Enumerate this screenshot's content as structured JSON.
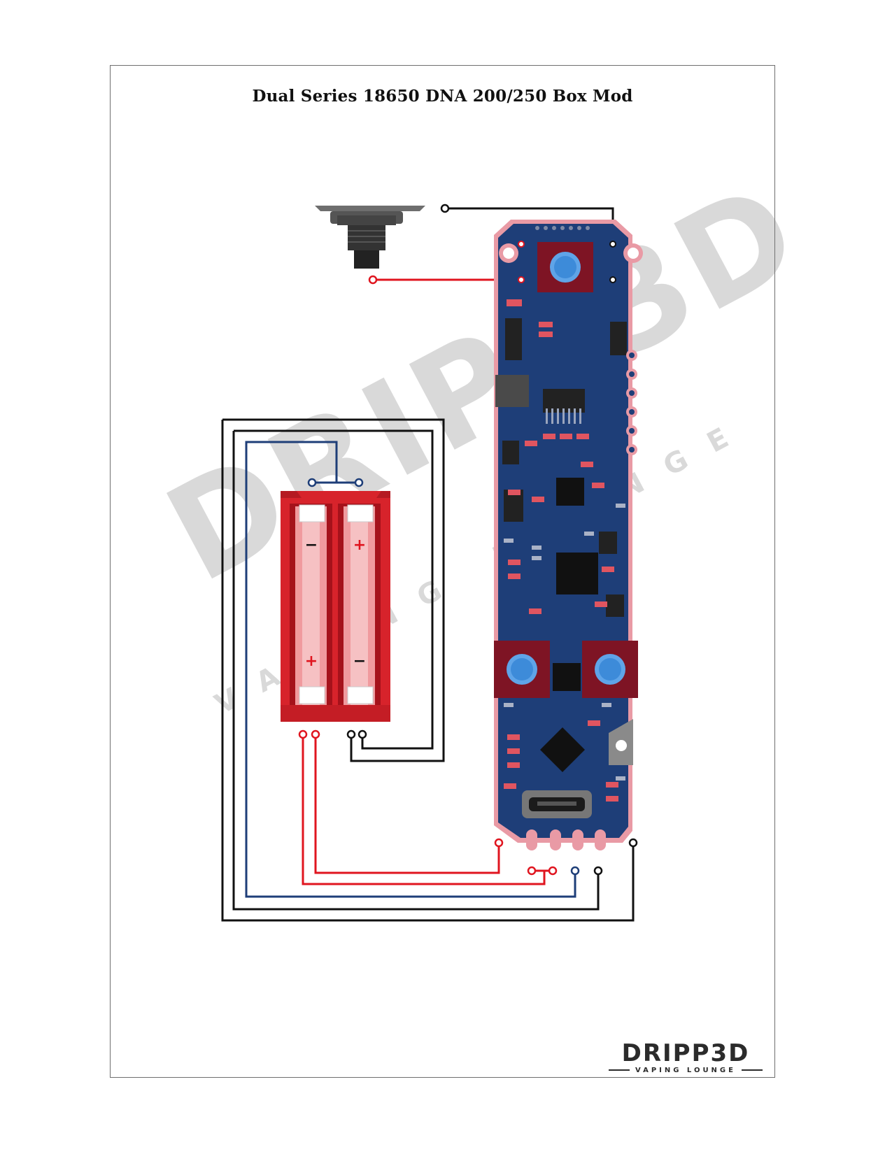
{
  "title": "Dual Series 18650 DNA 200/250 Box Mod",
  "brand": {
    "name": "DRIPP3D",
    "tagline": "VAPING LOUNGE"
  },
  "battery_polarity": {
    "left_top": "−",
    "right_top": "+",
    "left_bottom": "+",
    "right_bottom": "−"
  },
  "colors": {
    "board": "#1e3e78",
    "wire_red": "#e0151f",
    "wire_black": "#111111",
    "wire_blue": "#1e3e78",
    "sled": "#d7232b",
    "button_cap": "#3d8bd9",
    "button_body": "#7e1424"
  },
  "icons": [
    "510-connector-icon",
    "battery-sled-icon",
    "fire-button-icon",
    "up-button-icon",
    "down-button-icon",
    "usb-port-icon",
    "chip-icon"
  ]
}
